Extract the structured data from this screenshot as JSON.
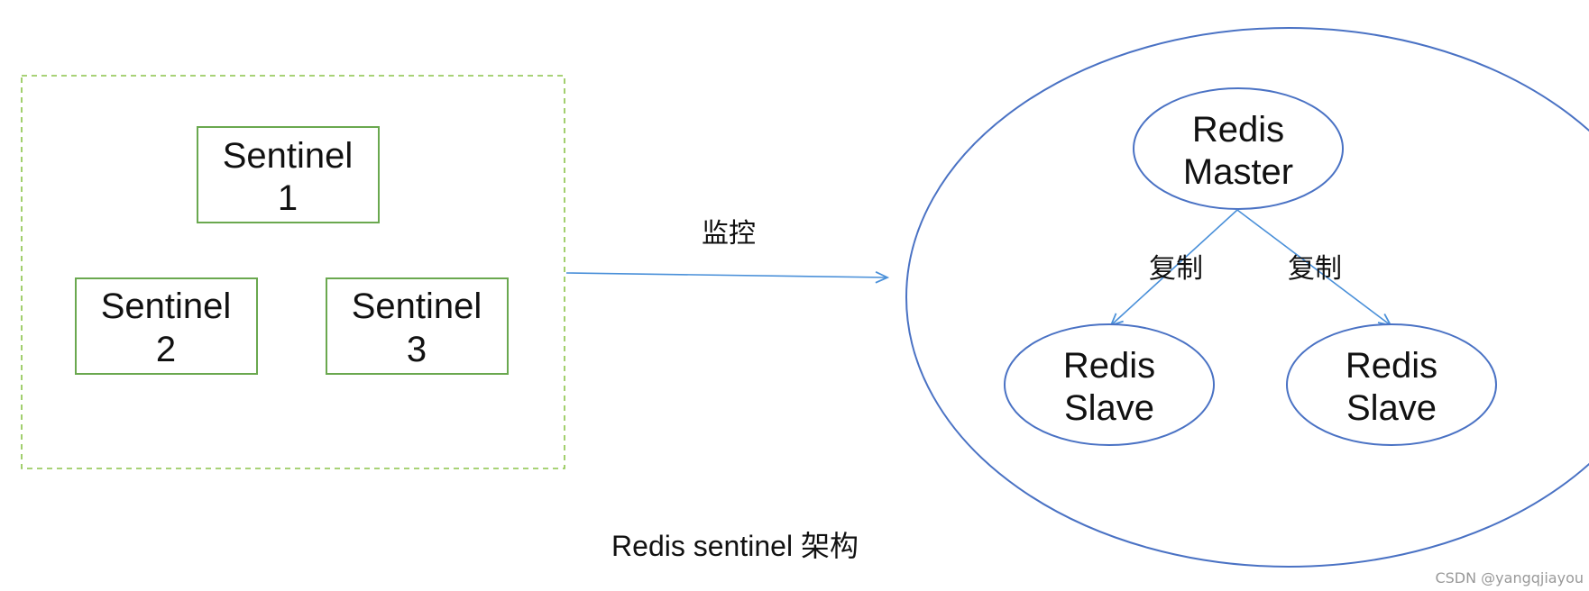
{
  "colors": {
    "sentinel_stroke": "#6aa84f",
    "group_dash_stroke": "#8bc34a",
    "redis_stroke": "#4a72c4",
    "edge_stroke": "#4a90d9",
    "text": "#111111",
    "watermark": "#999999"
  },
  "sentinels": [
    {
      "line1": "Sentinel",
      "line2": "1"
    },
    {
      "line1": "Sentinel",
      "line2": "2"
    },
    {
      "line1": "Sentinel",
      "line2": "3"
    }
  ],
  "monitor_label": "监控",
  "redis_master": {
    "line1": "Redis",
    "line2": "Master"
  },
  "redis_slaves": [
    {
      "line1": "Redis",
      "line2": "Slave"
    },
    {
      "line1": "Redis",
      "line2": "Slave"
    }
  ],
  "replicate_labels": [
    "复制",
    "复制"
  ],
  "caption": "Redis sentinel 架构",
  "watermark": "CSDN @yangqjiayou"
}
